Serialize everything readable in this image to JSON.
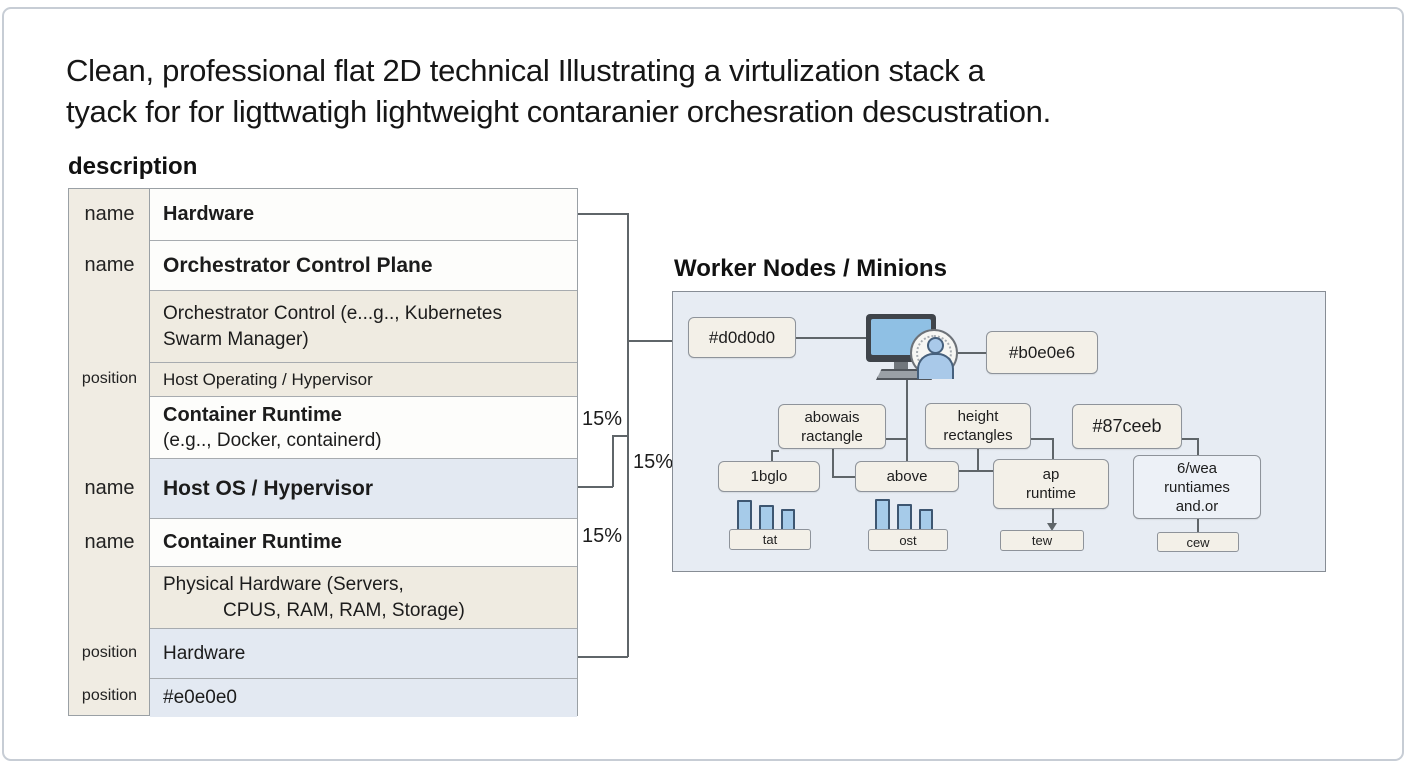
{
  "title": {
    "line1": "Clean, professional flat 2D technical Illustrating a virtulization stack a",
    "line2": "tyack for for ligttwatigh lightweight contaranier orchesration descustration."
  },
  "table": {
    "header": "description",
    "rows": [
      {
        "label": "name",
        "line1": "Hardware"
      },
      {
        "label": "name",
        "line1": "Orchestrator Control Plane"
      },
      {
        "label": "",
        "line1": "Orchestrator Control (e...g.., Kubernetes",
        "line2": "Swarm Manager)"
      },
      {
        "label": "position",
        "line1": "Host Operating / Hypervisor"
      },
      {
        "label": "",
        "line1": "Container Runtime",
        "line2": "(e.g.., Docker, containerd)"
      },
      {
        "label": "name",
        "line1": "Host OS / Hypervisor"
      },
      {
        "label": "name",
        "line1": "Container Runtime"
      },
      {
        "label": "",
        "line1": "Physical Hardware (Servers,",
        "line2": "CPUS, RAM, RAM, Storage)"
      },
      {
        "label": "position",
        "line1": "Hardware"
      },
      {
        "label": "position",
        "line1": "#e0e0e0"
      }
    ]
  },
  "connectors": {
    "label_a": "15%",
    "label_b": "15%",
    "label_c": "15%"
  },
  "panel": {
    "title": "Worker Nodes / Minions",
    "nodes": {
      "top_left": "#d0d0d0",
      "top_right": "#b0e0e6",
      "mid_left": {
        "line1": "abowais",
        "line2": "ractangle"
      },
      "mid_center": {
        "line1": "height",
        "line2": "rectangles"
      },
      "mid_right": "#87ceeb",
      "row_a": "1bglo",
      "row_b": "above",
      "row_c": {
        "line1": "ap",
        "line2": "runtime"
      },
      "row_d": {
        "line1": "6/wea",
        "line2": "runtiames",
        "line3": "and.or"
      },
      "tag_a": "tat",
      "tag_b": "ost",
      "tag_c": "tew",
      "tag_d": "cew"
    }
  },
  "colors": {
    "row_beige": "#efebe1",
    "row_blue": "#e3e9f2",
    "left_col": "#f0ece3",
    "panel_bg": "#e7ecf3",
    "node_beige": "#f3f0e8",
    "node_blue_white": "#edf1f7",
    "mini_rect_blue": "#a6cbe9",
    "screen_blue": "#8fc0e4",
    "person_blue": "#a9c9e9",
    "line": "#5f6569"
  }
}
